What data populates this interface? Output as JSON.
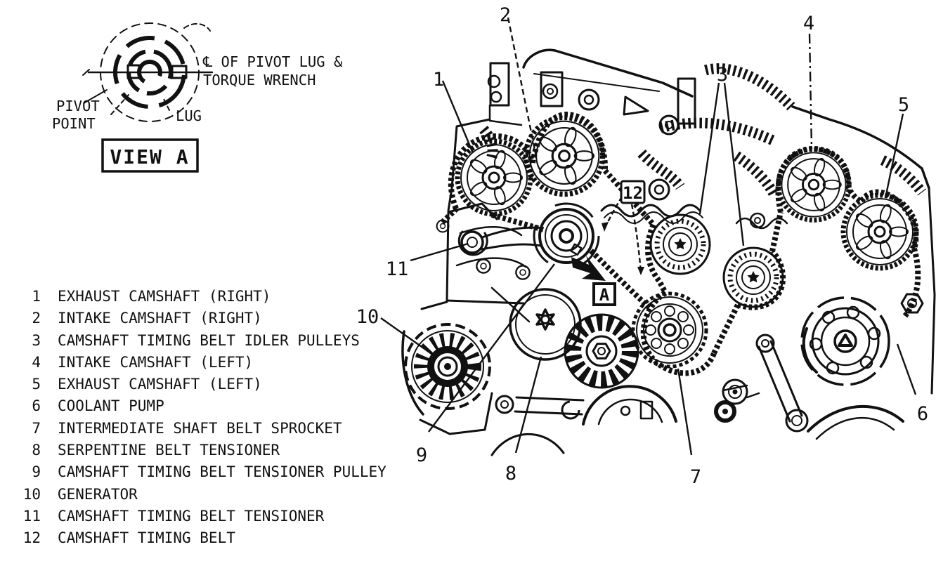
{
  "inset": {
    "centerline_note_line1": "℄ OF PIVOT LUG &",
    "centerline_note_line2": "TORQUE WRENCH",
    "pivot_label_line1": "PIVOT",
    "pivot_label_line2": "POINT",
    "lug_label": "LUG",
    "view_label": "VIEW A"
  },
  "diagram": {
    "callouts": [
      "1",
      "2",
      "3",
      "4",
      "5",
      "6",
      "7",
      "8",
      "9",
      "10",
      "11"
    ],
    "belt_label": "12",
    "view_arrow_label": "A"
  },
  "legend": {
    "items": [
      {
        "num": "1",
        "text": "EXHAUST CAMSHAFT (RIGHT)"
      },
      {
        "num": "2",
        "text": "INTAKE CAMSHAFT (RIGHT)"
      },
      {
        "num": "3",
        "text": "CAMSHAFT TIMING BELT IDLER PULLEYS"
      },
      {
        "num": "4",
        "text": "INTAKE CAMSHAFT (LEFT)"
      },
      {
        "num": "5",
        "text": "EXHAUST CAMSHAFT (LEFT)"
      },
      {
        "num": "6",
        "text": "COOLANT PUMP"
      },
      {
        "num": "7",
        "text": "INTERMEDIATE SHAFT BELT SPROCKET"
      },
      {
        "num": "8",
        "text": "SERPENTINE BELT TENSIONER"
      },
      {
        "num": "9",
        "text": "CAMSHAFT TIMING BELT TENSIONER PULLEY"
      },
      {
        "num": "10",
        "text": "GENERATOR"
      },
      {
        "num": "11",
        "text": "CAMSHAFT TIMING BELT TENSIONER"
      },
      {
        "num": "12",
        "text": "CAMSHAFT TIMING BELT"
      }
    ]
  }
}
